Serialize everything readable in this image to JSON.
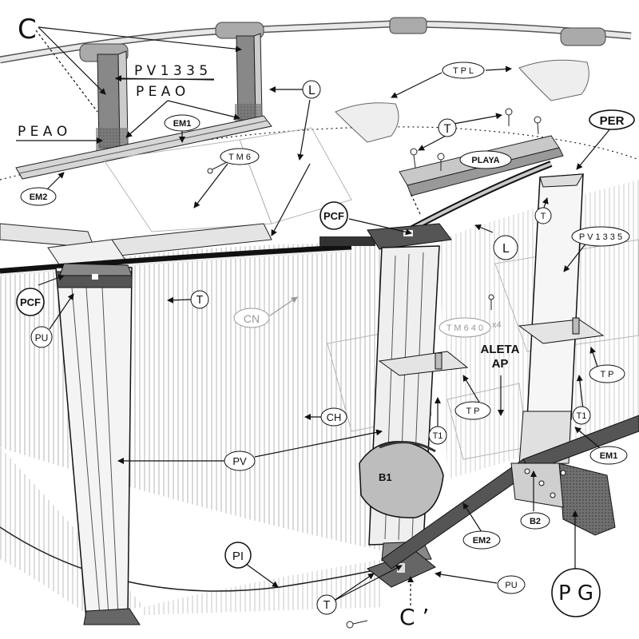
{
  "labels": {
    "c": "C",
    "pv1335_top": "P V 1 3 3 5",
    "peao_top": "P E A O",
    "peao_left": "P E A O",
    "em1_top": "EM1",
    "em2_left": "EM2",
    "l_top": "L",
    "tm6": "T M 6",
    "tpl": "T P L",
    "t_top": "T",
    "playa": "PLAYA",
    "per": "PER",
    "pcf_mid": "PCF",
    "l_mid": "L",
    "t_per": "T",
    "pv1335_right": "P V 1 3 3 5",
    "pcf_left": "PCF",
    "t_left": "T",
    "pu_left": "PU",
    "cn": "CN",
    "tm640": "T M 6 4 0",
    "x4": "x4",
    "aleta": "ALETA",
    "ap": "AP",
    "tp_right": "T P",
    "tp_mid": "T P",
    "t1_right": "T1",
    "t1_mid": "T1",
    "ch": "CH",
    "em1_right": "EM1",
    "pv": "PV",
    "b1": "B1",
    "b2": "B2",
    "em2_bottom": "EM2",
    "pi": "PI",
    "pu_bottom": "PU",
    "pg": "P G",
    "t_bottom": "T",
    "c_prime": "C ’"
  }
}
